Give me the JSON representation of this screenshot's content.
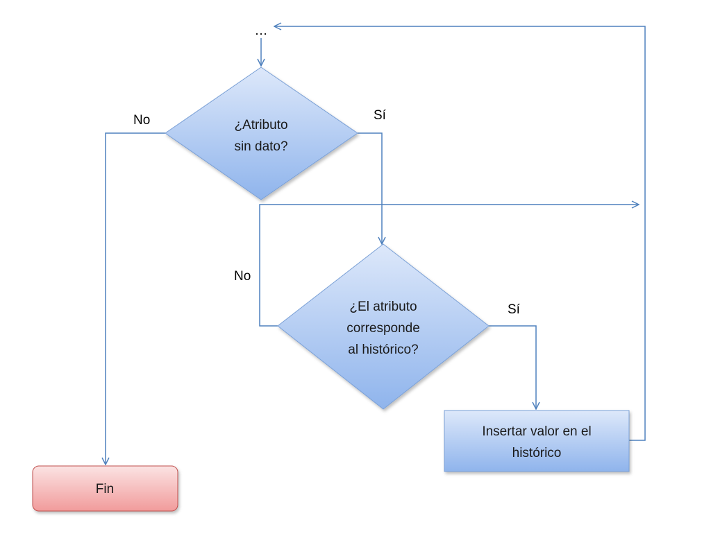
{
  "diagram": {
    "start_label": "…",
    "decision1": {
      "lines": [
        "¿Atributo",
        "sin dato?"
      ],
      "no_label": "No",
      "yes_label": "Sí"
    },
    "decision2": {
      "lines": [
        "¿El atributo",
        "corresponde",
        "al histórico?"
      ],
      "no_label": "No",
      "yes_label": "Sí"
    },
    "process": {
      "lines": [
        "Insertar valor en el",
        "histórico"
      ]
    },
    "end": {
      "label": "Fin"
    },
    "colors": {
      "connector": "#4f81bd",
      "shape_fill_top": "#dde8fa",
      "shape_fill_bottom": "#8fb4ec",
      "shape_border": "#7aa0d6",
      "end_fill_top": "#fbe3e3",
      "end_fill_bottom": "#f19b9b",
      "end_border": "#c0504d"
    }
  }
}
